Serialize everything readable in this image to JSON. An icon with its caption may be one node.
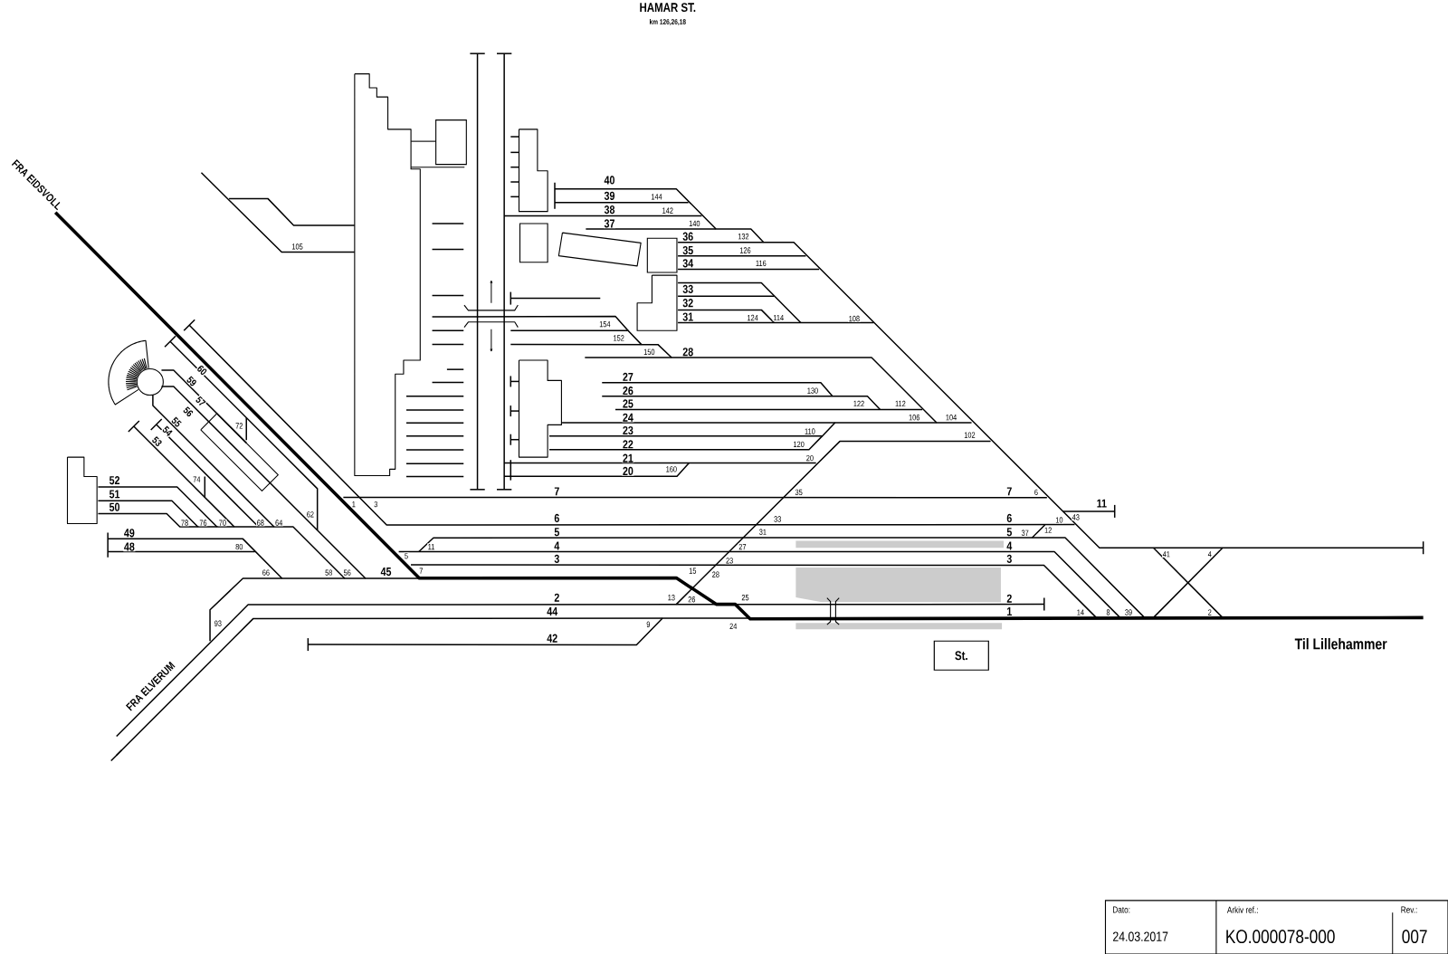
{
  "diagram": {
    "title": "HAMAR ST.",
    "nodes": [
      {
        "text": [
          "St."
        ]
      }
    ],
    "labels": [
      "km 126,26,18",
      "FRA EIDSVOLL",
      "40",
      "39",
      "144",
      "38",
      "142",
      "37",
      "140",
      "36",
      "132",
      "35",
      "126",
      "34",
      "116",
      "105",
      "33",
      "32",
      "31",
      "124",
      "114",
      "108",
      "154",
      "152",
      "150",
      "28",
      "60",
      "59",
      "57",
      "56",
      "55",
      "54",
      "53",
      "27",
      "26",
      "130",
      "25",
      "122",
      "112",
      "24",
      "106",
      "104",
      "72",
      "23",
      "110",
      "102",
      "22",
      "120",
      "21",
      "20",
      "20",
      "160",
      "74",
      "52",
      "7",
      "35",
      "7",
      "6",
      "51",
      "11",
      "1",
      "3",
      "50",
      "62",
      "43",
      "6",
      "33",
      "10",
      "6",
      "78",
      "76",
      "70",
      "68",
      "64",
      "5",
      "31",
      "5",
      "37",
      "12",
      "49",
      "4",
      "11",
      "27",
      "4",
      "80",
      "48",
      "5",
      "41",
      "4",
      "3",
      "23",
      "3",
      "45",
      "66",
      "58",
      "56",
      "7",
      "15",
      "28",
      "2",
      "13",
      "26",
      "25",
      "2",
      "44",
      "1",
      "14",
      "8",
      "39",
      "2",
      "93",
      "9",
      "24",
      "42",
      "Til Lillehammer",
      "FRA ELVERUM",
      "Dato:",
      "24.03.2017",
      "Arkiv ref.:",
      "KO.000078-000",
      "Rev.:",
      "007"
    ]
  }
}
